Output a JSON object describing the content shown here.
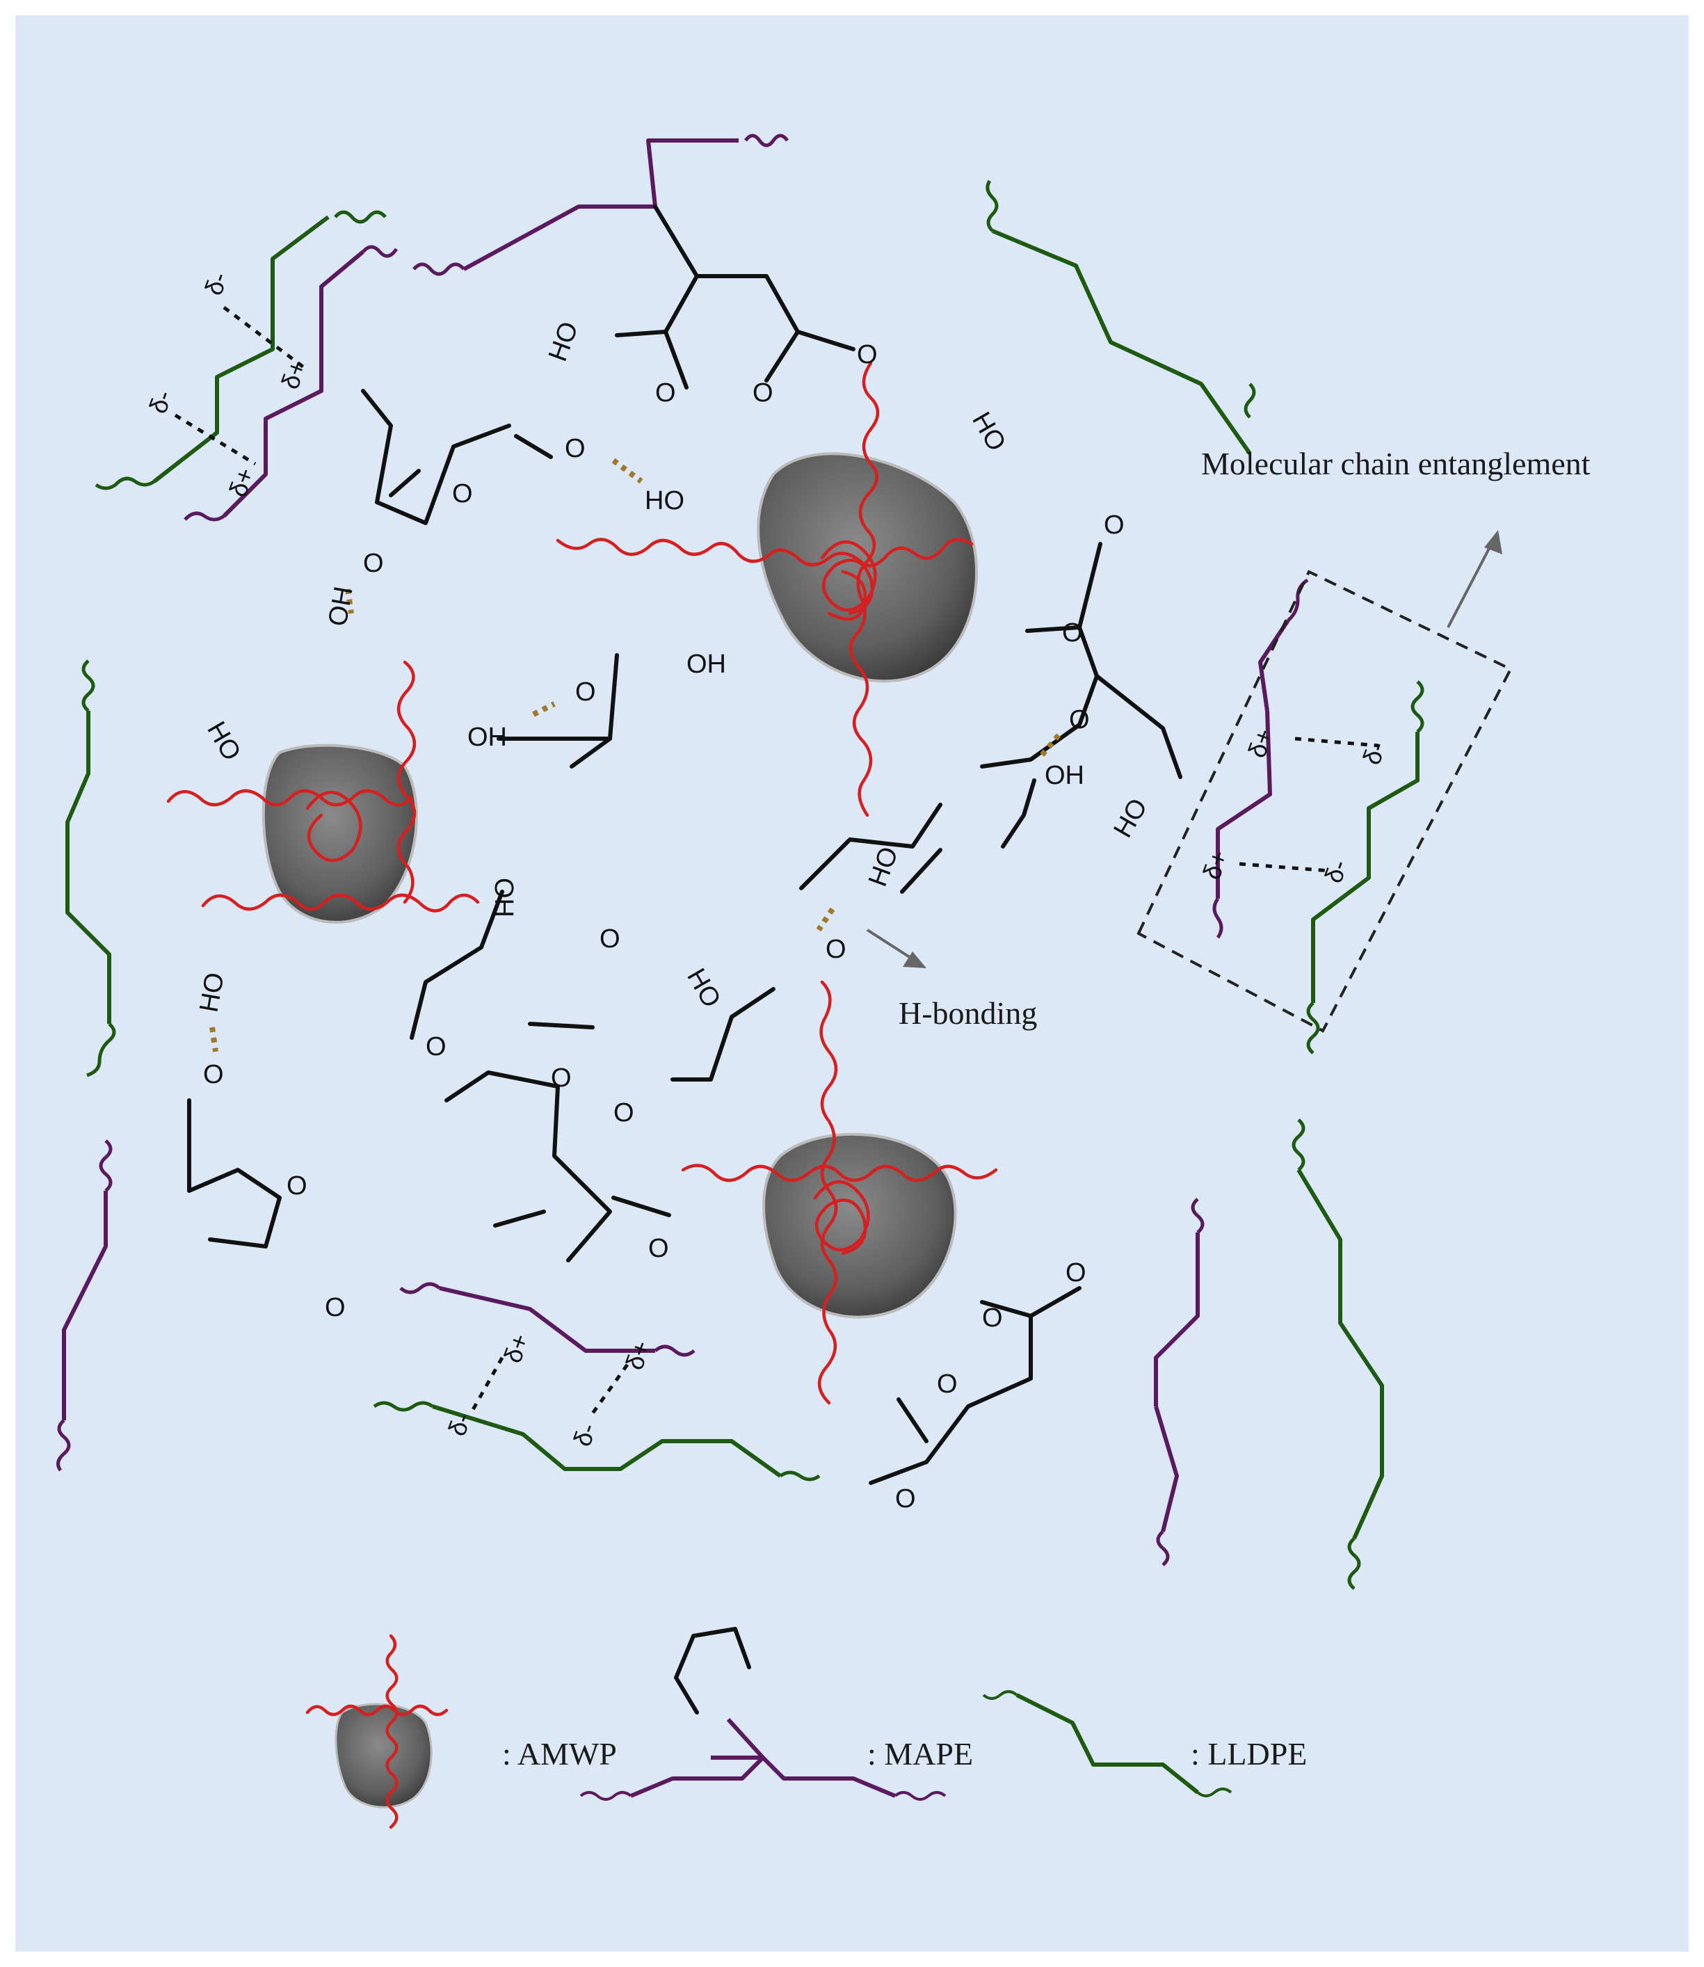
{
  "annotations": {
    "entanglement": "Molecular chain entanglement",
    "hbonding": "H-bonding"
  },
  "legend": {
    "amwp": ": AMWP",
    "mape": ": MAPE",
    "lldpe": ": LLDPE"
  },
  "atoms": {
    "ho": "HO",
    "oh": "OH",
    "o": "O",
    "delta_plus": "δ+",
    "delta_minus": "δ-"
  },
  "colors": {
    "background": "#dce8f5",
    "mape_chain": "#5a1a5e",
    "lldpe_chain": "#1f5a12",
    "amwp_chain": "#d42020",
    "hbond": "#a07a2a",
    "particle": "#6b6b6b"
  }
}
